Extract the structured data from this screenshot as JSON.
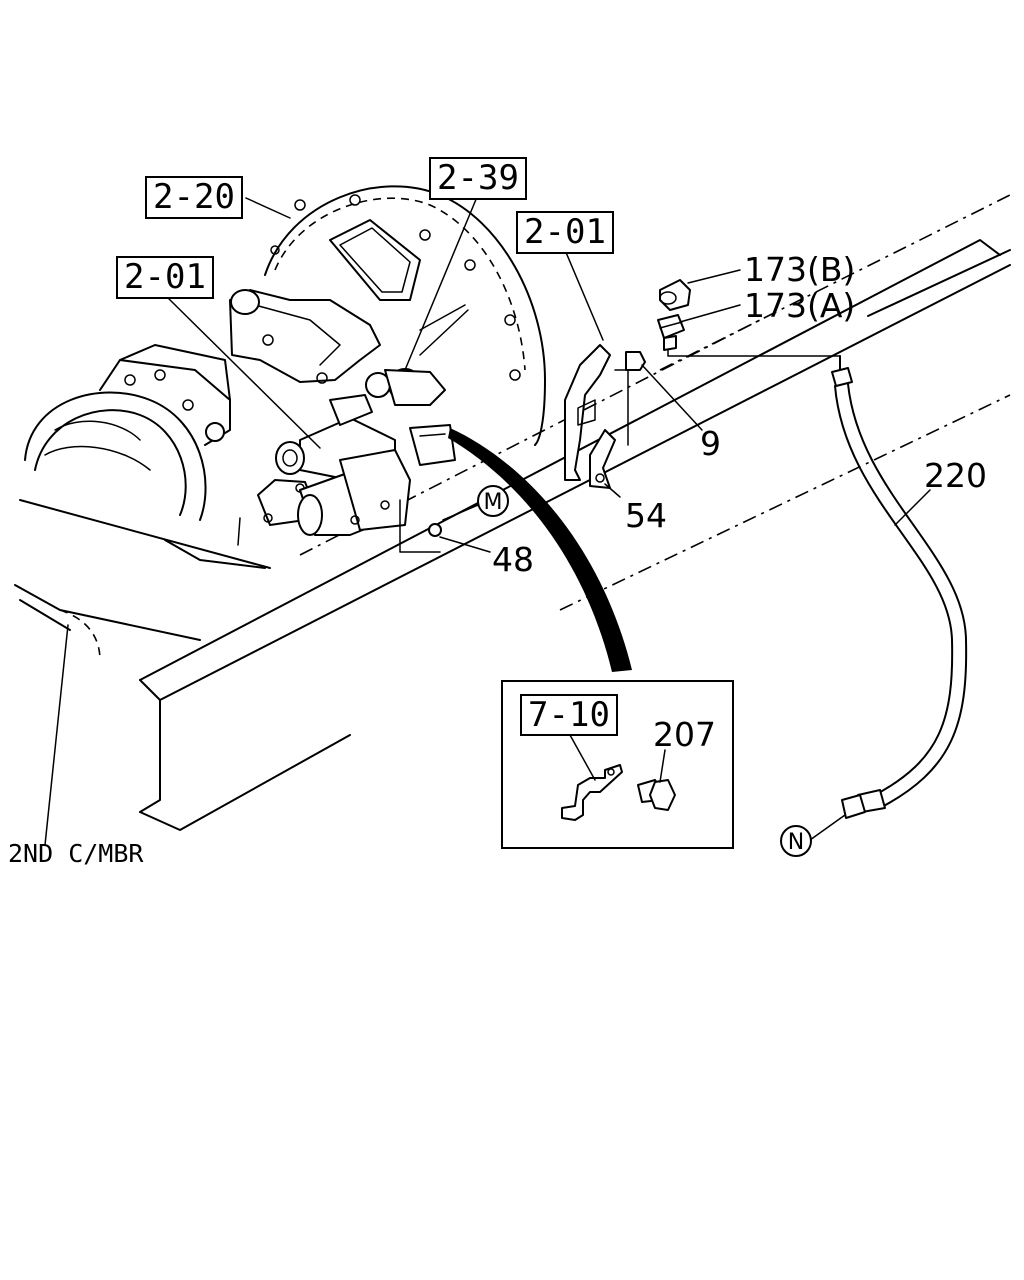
{
  "references": {
    "ref_2_20": "2-20",
    "ref_2_39": "2-39",
    "ref_2_01_left": "2-01",
    "ref_2_01_right": "2-01",
    "ref_7_10": "7-10"
  },
  "part_numbers": {
    "p173b": "173(B)",
    "p173a": "173(A)",
    "p9": "9",
    "p54": "54",
    "p48": "48",
    "p220": "220",
    "p207": "207"
  },
  "connectors": {
    "m": "M",
    "n": "N"
  },
  "caption": "2ND C/MBR"
}
